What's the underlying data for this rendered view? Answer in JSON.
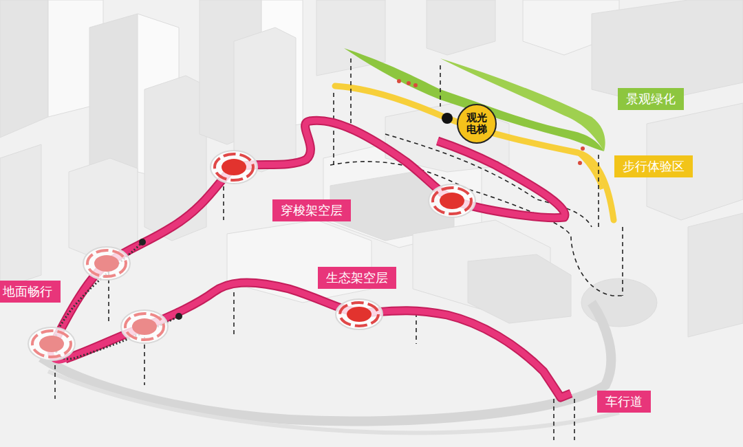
{
  "diagram": {
    "nodes": [
      {
        "text": [
          "景观绿化"
        ]
      },
      {
        "text": [
          "观光电梯"
        ]
      },
      {
        "text": [
          "步行体验区"
        ]
      },
      {
        "text": [
          "穿梭架空层"
        ]
      },
      {
        "text": [
          "生态架空层"
        ]
      },
      {
        "text": [
          "地面畅行"
        ]
      },
      {
        "text": [
          "车行道"
        ]
      }
    ]
  }
}
